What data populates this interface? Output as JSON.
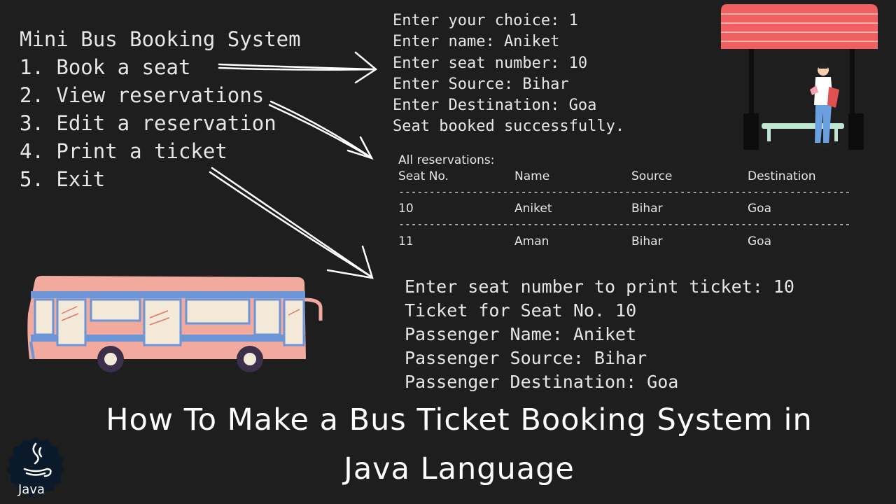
{
  "menu": {
    "title": "Mini Bus Booking System",
    "items": [
      "1. Book a seat",
      "2. View reservations",
      "3. Edit a reservation",
      "4. Print a ticket",
      "5. Exit"
    ]
  },
  "booking_output": [
    "Enter your choice: 1",
    "Enter name: Aniket",
    "Enter seat number: 10",
    "Enter Source: Bihar",
    "Enter Destination: Goa",
    "Seat booked successfully."
  ],
  "reservations": {
    "title": "All reservations:",
    "headers": [
      "Seat No.",
      "Name",
      "Source",
      "Destination"
    ],
    "separator": "--------------------------------------------------------------------------------",
    "rows": [
      [
        "10",
        "Aniket",
        "Bihar",
        "Goa"
      ],
      [
        "11",
        "Aman",
        "Bihar",
        "Goa"
      ]
    ]
  },
  "ticket_output": [
    "Enter seat number to print ticket: 10",
    "Ticket for Seat No. 10",
    "Passenger Name: Aniket",
    "Passenger Source: Bihar",
    "Passenger Destination: Goa"
  ],
  "headline": {
    "line1": "How To Make a Bus Ticket Booking System in",
    "line2": "Java Language"
  },
  "logo": {
    "text": "Java",
    "icon": "java-cup-icon"
  },
  "colors": {
    "background": "#1e1e1e",
    "text": "#e6e6e6",
    "bus_body": "#f2a99e",
    "bus_blue": "#6b95d6",
    "stop_roof": "#f06060"
  }
}
